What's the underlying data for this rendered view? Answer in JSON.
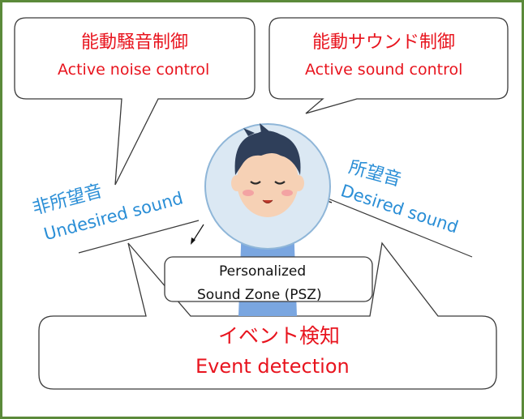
{
  "callouts": {
    "active_noise_control": {
      "jp": "能動騒音制御",
      "en": "Active noise control"
    },
    "active_sound_control": {
      "jp": "能動サウンド制御",
      "en": "Active sound control"
    },
    "event_detection": {
      "jp": "イベント検知",
      "en": "Event detection"
    }
  },
  "labels": {
    "undesired": {
      "jp": "非所望音",
      "en": "Undesired sound"
    },
    "desired": {
      "jp": "所望音",
      "en": "Desired sound"
    },
    "psz_line1": "Personalized",
    "psz_line2": "Sound Zone (PSZ)"
  },
  "colors": {
    "frame": "#5b8a3a",
    "callout_text": "#e8141e",
    "sound_label": "#2a8ed6",
    "bubble_fill": "#dbe8f3",
    "bubble_stroke": "#8fb6d8"
  },
  "icons": {
    "person": "person-with-closed-eyes-icon"
  }
}
